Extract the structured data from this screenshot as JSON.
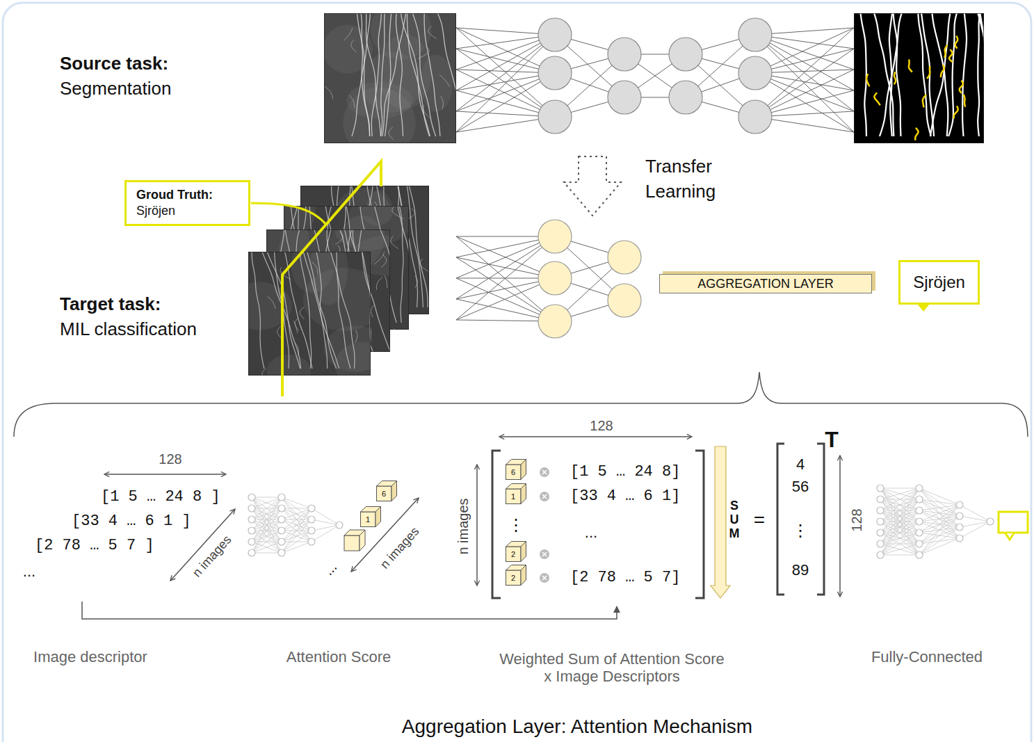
{
  "diagram": {
    "caption": "Aggregation Layer: Attention Mechanism",
    "nodes": [
      {
        "text": [
          "Groud Truth:",
          "Sjröjen"
        ]
      },
      {
        "text": [
          "AGGREGATION LAYER"
        ]
      },
      {
        "text": [
          "Sjröjen"
        ]
      },
      {
        "text": [
          "6"
        ]
      },
      {
        "text": [
          "1"
        ]
      },
      {
        "text": [
          "6"
        ]
      },
      {
        "text": [
          "1"
        ]
      },
      {
        "text": [
          "2"
        ]
      },
      {
        "text": [
          "2"
        ]
      }
    ],
    "labels": [
      "Source task:",
      "Segmentation",
      "Transfer Learning",
      "Target task:",
      "MIL classification",
      "128",
      "[1 5 … 24 8 ]",
      "[33 4 … 6 1 ]",
      "[2 78 … 5 7 ]",
      "...",
      "n images",
      "...",
      "n images",
      "128",
      "n images",
      "[1 5 … 24 8]",
      "[33 4 … 6 1]",
      "⋮",
      "...",
      "[2 78 … 5 7]",
      "SUM",
      "=",
      "4",
      "56",
      "⋮",
      "89",
      "T",
      "128",
      "Image descriptor",
      "Attention Score",
      "Weighted Sum of Attention Score x Image Descriptors",
      "Fully-Connected"
    ]
  }
}
